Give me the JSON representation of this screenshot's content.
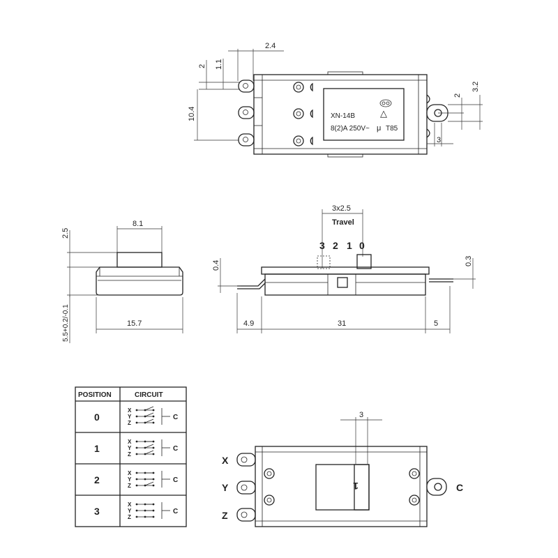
{
  "top_view": {
    "dims": {
      "d1": "2.4",
      "d2": "2",
      "d3": "1.1",
      "d4": "10.4",
      "d5": "2",
      "d6": "3.2",
      "d7": "3"
    },
    "label": {
      "model": "XN-14B",
      "rating": "8(2)A 250V~",
      "mu_symbol": "μ",
      "temp": "T85",
      "triangle": "△"
    }
  },
  "side_view": {
    "width_dim": "8.1",
    "top_dim": "2.5",
    "body_width": "15.7",
    "height_tol": "5.5+0.2/-0.1"
  },
  "front_view": {
    "travel_dim": "3x2.5",
    "travel_label": "Travel",
    "positions": [
      "3",
      "2",
      "1",
      "0"
    ],
    "left_dim": "0.4",
    "right_dim": "0.3",
    "bottom_dims": [
      "4.9",
      "31",
      "5"
    ]
  },
  "circuit_table": {
    "headers": [
      "POSITION",
      "CIRCUIT"
    ],
    "rows": [
      "0",
      "1",
      "2",
      "3"
    ],
    "terminals": [
      "X",
      "Y",
      "Z"
    ],
    "common": "C"
  },
  "bottom_view": {
    "dim": "3",
    "terminals": [
      "X",
      "Y",
      "Z"
    ],
    "common": "C",
    "slider_mark": "1"
  }
}
